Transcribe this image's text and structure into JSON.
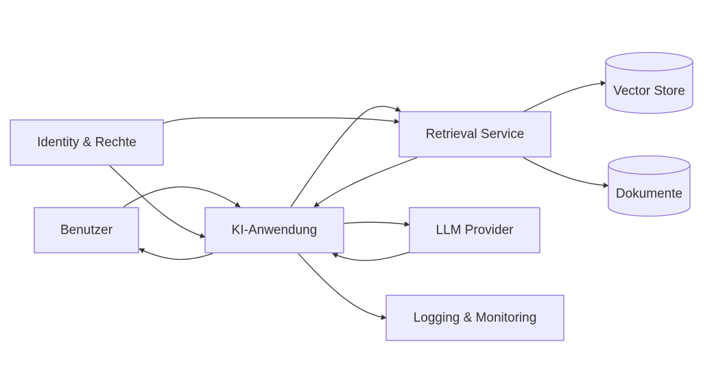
{
  "diagram": {
    "nodes": {
      "identity": {
        "label": "Identity & Rechte",
        "shape": "box"
      },
      "benutzer": {
        "label": "Benutzer",
        "shape": "box"
      },
      "ki": {
        "label": "KI-Anwendung",
        "shape": "box"
      },
      "retrieval": {
        "label": "Retrieval Service",
        "shape": "box"
      },
      "llm": {
        "label": "LLM Provider",
        "shape": "box"
      },
      "logging": {
        "label": "Logging & Monitoring",
        "shape": "box"
      },
      "vector": {
        "label": "Vector Store",
        "shape": "cylinder"
      },
      "dokumente": {
        "label": "Dokumente",
        "shape": "cylinder"
      }
    },
    "edges": [
      {
        "from": "identity",
        "to": "retrieval"
      },
      {
        "from": "identity",
        "to": "ki"
      },
      {
        "from": "benutzer",
        "to": "ki"
      },
      {
        "from": "ki",
        "to": "benutzer"
      },
      {
        "from": "ki",
        "to": "retrieval"
      },
      {
        "from": "retrieval",
        "to": "ki"
      },
      {
        "from": "ki",
        "to": "llm"
      },
      {
        "from": "llm",
        "to": "ki"
      },
      {
        "from": "ki",
        "to": "logging"
      },
      {
        "from": "retrieval",
        "to": "vector"
      },
      {
        "from": "retrieval",
        "to": "dokumente"
      }
    ],
    "colors": {
      "node_fill": "#ECECFF",
      "node_stroke": "#9370DB",
      "edge": "#333333",
      "text": "#333333"
    }
  }
}
